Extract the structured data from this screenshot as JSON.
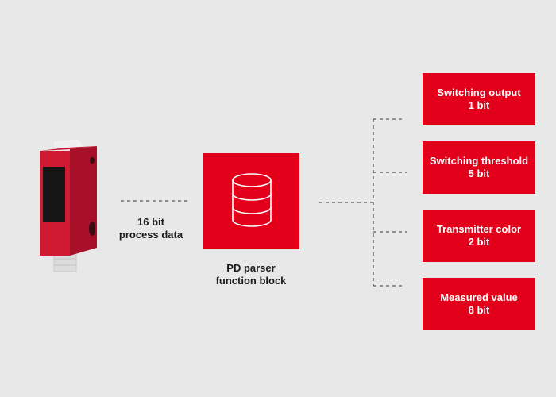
{
  "process_data": {
    "line1": "16 bit",
    "line2": "process data"
  },
  "parser": {
    "line1": "PD parser",
    "line2": "function block",
    "icon": "database-icon"
  },
  "outputs": [
    {
      "name": "Switching output",
      "bits": "1 bit"
    },
    {
      "name": "Switching threshold",
      "bits": "5 bit"
    },
    {
      "name": "Transmitter color",
      "bits": "2 bit"
    },
    {
      "name": "Measured value",
      "bits": "8 bit"
    }
  ],
  "colors": {
    "accent": "#e2001a",
    "sensor_body": "#b5132b",
    "background": "#e8e8e8",
    "text": "#1a1a1a"
  }
}
